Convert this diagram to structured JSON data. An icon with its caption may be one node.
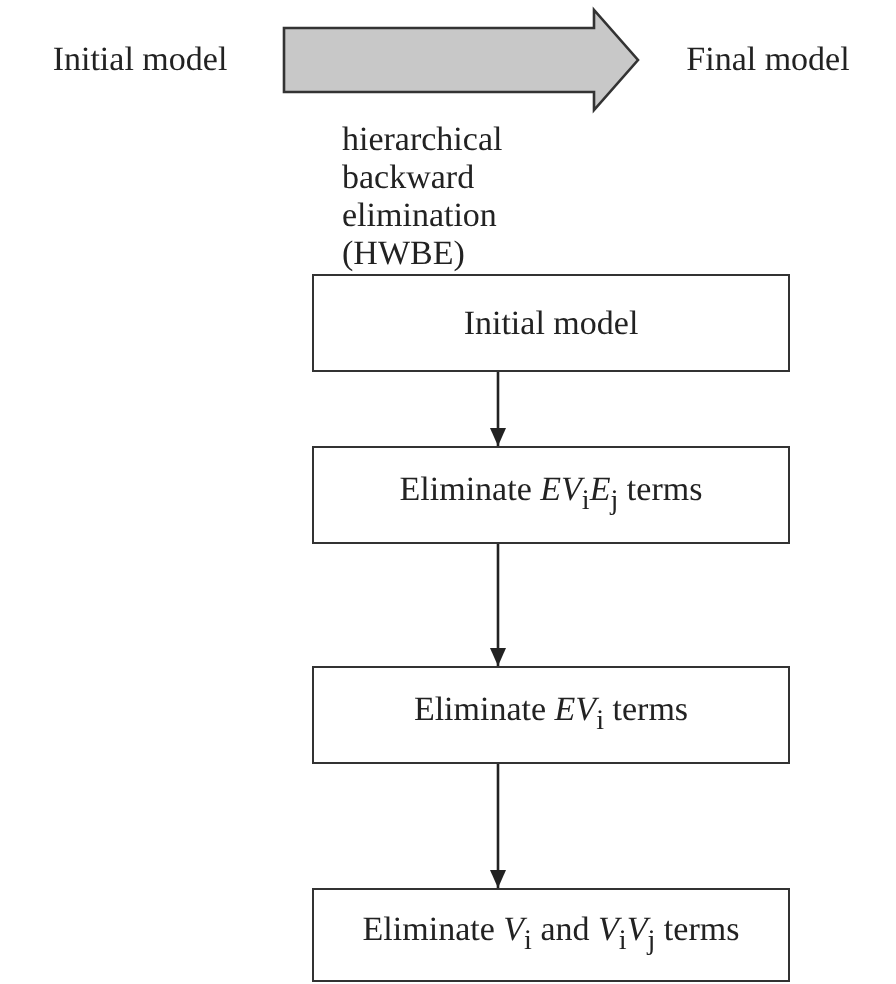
{
  "diagram": {
    "nodes": [
      {
        "text": [
          "Initial model"
        ]
      },
      {
        "text": [
          "Final model"
        ]
      },
      {
        "text": [
          "Initial model"
        ]
      },
      {
        "text": [
          "Eliminate *EV*$_{i}$*E*$_{j}$ terms"
        ]
      },
      {
        "text": [
          "Eliminate *EV*$_{i}$ terms"
        ]
      },
      {
        "text": [
          "Eliminate *V*$_{i}$ and *V*$_{i}$*V*$_{j}$ terms"
        ]
      }
    ],
    "edges": [
      {
        "from": 0,
        "to": 1,
        "arrow": "to",
        "style": "thick",
        "color": "#c8c8c8",
        "label": "hierarchical backward elimination (HWBE)"
      },
      {
        "from": 2,
        "to": 3,
        "arrow": "to"
      },
      {
        "from": 3,
        "to": 4,
        "arrow": "to"
      },
      {
        "from": 4,
        "to": 5,
        "arrow": "to"
      }
    ]
  }
}
